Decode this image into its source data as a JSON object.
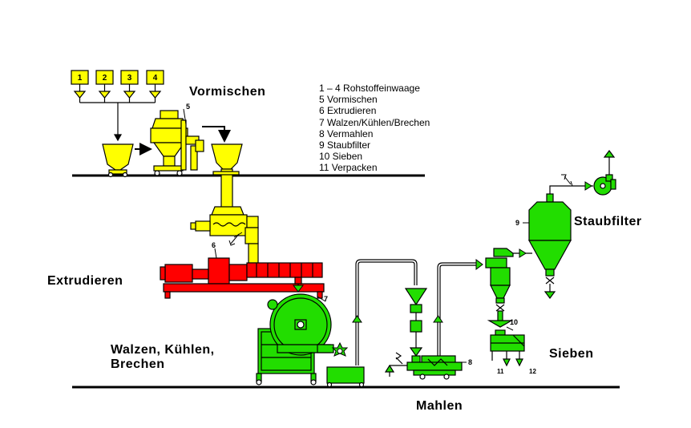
{
  "stage_labels": {
    "vormischen": "Vormischen",
    "extrudieren": "Extrudieren",
    "walzen_line1": "Walzen, Kühlen,",
    "walzen_line2": "Brechen",
    "mahlen": "Mahlen",
    "staubfilter": "Staubfilter",
    "sieben": "Sieben"
  },
  "legend": [
    "1 – 4 Rohstoffeinwaage",
    "5 Vormischen",
    "6 Extrudieren",
    "7 Walzen/Kühlen/Brechen",
    "8 Vermahlen",
    "9 Staubfilter",
    "10 Sieben",
    "11 Verpacken"
  ],
  "scale_numbers": [
    "1",
    "2",
    "3",
    "4"
  ],
  "callouts": {
    "mixer": "5",
    "extruder": "6",
    "cooling_roller": "7",
    "mill": "8",
    "filter": "9",
    "sieve": "10",
    "outlet_11": "11",
    "outlet_12": "12"
  },
  "colors": {
    "yellow": "#ffff00",
    "red": "#ff0000",
    "green": "#22dd00",
    "outline": "#000000"
  }
}
